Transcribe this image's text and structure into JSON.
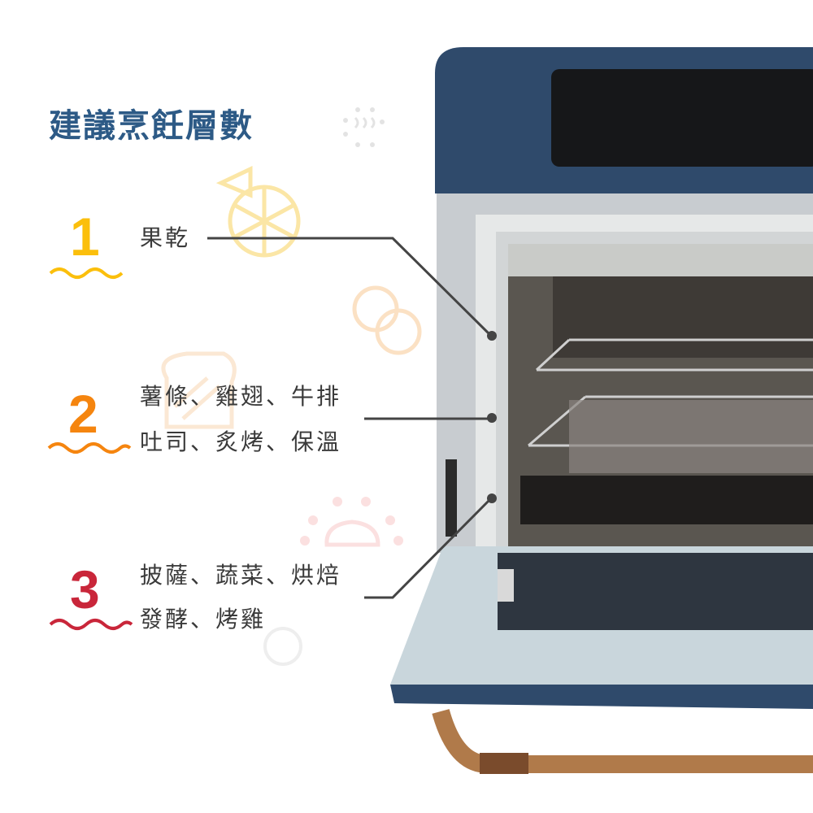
{
  "title": "建議烹飪層數",
  "levels": [
    {
      "number": "1",
      "color": "#fbbf0c",
      "lines": [
        "果乾"
      ]
    },
    {
      "number": "2",
      "color": "#f5850f",
      "lines": [
        "薯條、雞翅、牛排",
        "吐司、炙烤、保溫"
      ]
    },
    {
      "number": "3",
      "color": "#c9263a",
      "lines": [
        "披薩、蔬菜、烘焙",
        "發酵、烤雞"
      ]
    }
  ],
  "colors": {
    "navy": "#2f4a6b",
    "leader": "#444444",
    "door": "#c9d6dc",
    "copper": "#b07a4a"
  },
  "icons": [
    "steam-icon",
    "pizza-icon",
    "cookies-icon",
    "toast-icon",
    "bun-icon"
  ]
}
